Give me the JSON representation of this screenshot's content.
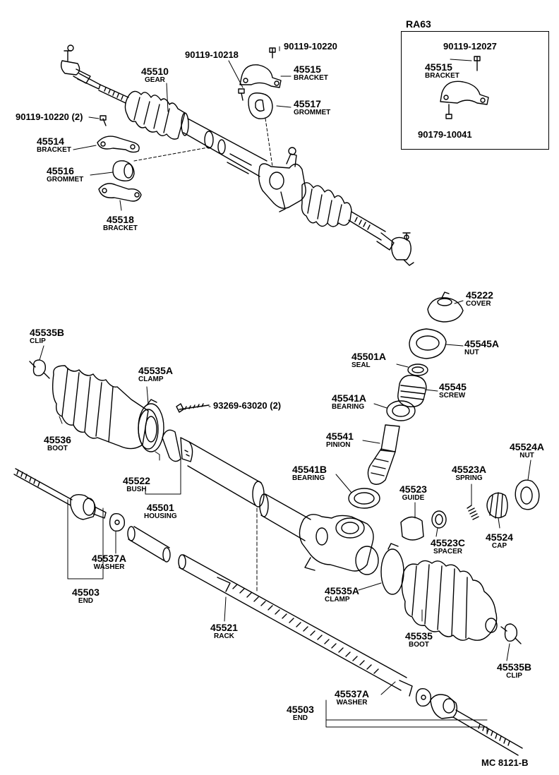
{
  "diagram": {
    "footer_code": "MC 8121-B",
    "inset_title": "RA63",
    "labels": {
      "p90119_10220_top": {
        "num": "90119-10220"
      },
      "p90119_10218": {
        "num": "90119-10218"
      },
      "p45510": {
        "num": "45510",
        "desc": "GEAR"
      },
      "p45515": {
        "num": "45515",
        "desc": "BRACKET"
      },
      "p45517": {
        "num": "45517",
        "desc": "GROMMET"
      },
      "p90119_10220_2": {
        "num": "90119-10220 (2)"
      },
      "p45514": {
        "num": "45514",
        "desc": "BRACKET"
      },
      "p45516": {
        "num": "45516",
        "desc": "GROMMET"
      },
      "p45518": {
        "num": "45518",
        "desc": "BRACKET"
      },
      "inset_90119_12027": {
        "num": "90119-12027"
      },
      "inset_45515": {
        "num": "45515",
        "desc": "BRACKET"
      },
      "inset_90179_10041": {
        "num": "90179-10041"
      },
      "p45222": {
        "num": "45222",
        "desc": "COVER"
      },
      "p45545A": {
        "num": "45545A",
        "desc": "NUT"
      },
      "p45501A": {
        "num": "45501A",
        "desc": "SEAL"
      },
      "p45545": {
        "num": "45545",
        "desc": "SCREW"
      },
      "p45541A": {
        "num": "45541A",
        "desc": "BEARING"
      },
      "p45541": {
        "num": "45541",
        "desc": "PINION"
      },
      "p45524A": {
        "num": "45524A",
        "desc": "NUT"
      },
      "p45523A": {
        "num": "45523A",
        "desc": "SPRING"
      },
      "p45541B": {
        "num": "45541B",
        "desc": "BEARING"
      },
      "p45523": {
        "num": "45523",
        "desc": "GUIDE"
      },
      "p45524": {
        "num": "45524",
        "desc": "CAP"
      },
      "p45523C": {
        "num": "45523C",
        "desc": "SPACER"
      },
      "p45535B_left": {
        "num": "45535B",
        "desc": "CLIP"
      },
      "p45535A_top": {
        "num": "45535A",
        "desc": "CLAMP"
      },
      "p93269": {
        "num": "93269-63020 (2)"
      },
      "p45536": {
        "num": "45536",
        "desc": "BOOT"
      },
      "p45522": {
        "num": "45522",
        "desc": "BUSH"
      },
      "p45501": {
        "num": "45501",
        "desc": "HOUSING"
      },
      "p45537A_left": {
        "num": "45537A",
        "desc": "WASHER"
      },
      "p45503_left": {
        "num": "45503",
        "desc": "END"
      },
      "p45521": {
        "num": "45521",
        "desc": "RACK"
      },
      "p45535A_bottom": {
        "num": "45535A",
        "desc": "CLAMP"
      },
      "p45535": {
        "num": "45535",
        "desc": "BOOT"
      },
      "p45535B_right": {
        "num": "45535B",
        "desc": "CLIP"
      },
      "p45537A_right": {
        "num": "45537A",
        "desc": "WASHER"
      },
      "p45503_right": {
        "num": "45503",
        "desc": "END"
      }
    }
  }
}
